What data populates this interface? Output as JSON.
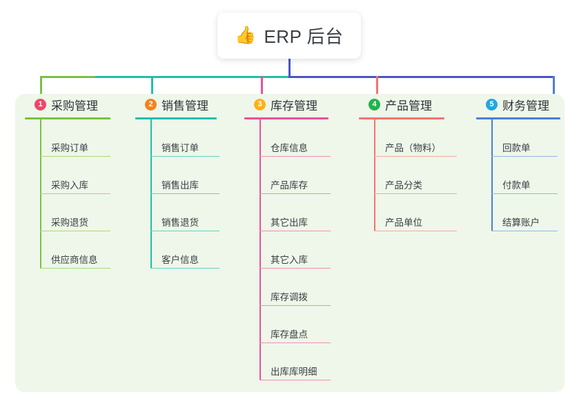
{
  "root": {
    "icon": "thumbs-up-icon",
    "icon_glyph": "👍",
    "title": "ERP 后台"
  },
  "palette": {
    "background": "#ffffff",
    "panel_background": "#eef7e9",
    "root_card": "#ffffff",
    "text": "#3a4046",
    "stem": "#4a56c4",
    "rail_left": "#7ac143",
    "rail_mid": "#1fbfae",
    "rail_right": "#4a56c4"
  },
  "columns": [
    {
      "number": "1",
      "title": "采购管理",
      "badge_color": "#f0456b",
      "line_color": "#7ac143",
      "item_line_color": "#a8d97a",
      "items": [
        {
          "label": "采购订单"
        },
        {
          "label": "采购入库"
        },
        {
          "label": "采购退货"
        },
        {
          "label": "供应商信息"
        }
      ]
    },
    {
      "number": "2",
      "title": "销售管理",
      "badge_color": "#f5821f",
      "line_color": "#1fbfae",
      "item_line_color": "#68cfc4",
      "items": [
        {
          "label": "销售订单"
        },
        {
          "label": "销售出库"
        },
        {
          "label": "销售退货"
        },
        {
          "label": "客户信息"
        }
      ]
    },
    {
      "number": "3",
      "title": "库存管理",
      "badge_color": "#fbb31b",
      "line_color": "#e8529a",
      "item_line_color": "#ef8ebd",
      "items": [
        {
          "label": "仓库信息"
        },
        {
          "label": "产品库存"
        },
        {
          "label": "其它出库"
        },
        {
          "label": "其它入库"
        },
        {
          "label": "库存调拨"
        },
        {
          "label": "库存盘点"
        },
        {
          "label": "出库库明细"
        }
      ]
    },
    {
      "number": "4",
      "title": "产品管理",
      "badge_color": "#22b24c",
      "line_color": "#f6726f",
      "item_line_color": "#f9a6a3",
      "items": [
        {
          "label": "产品（物料）"
        },
        {
          "label": "产品分类"
        },
        {
          "label": "产品单位"
        }
      ]
    },
    {
      "number": "5",
      "title": "财务管理",
      "badge_color": "#23a7e0",
      "line_color": "#4a7fd6",
      "item_line_color": "#93b5e8",
      "items": [
        {
          "label": "回款单"
        },
        {
          "label": "付款单"
        },
        {
          "label": "结算账户"
        }
      ]
    }
  ]
}
